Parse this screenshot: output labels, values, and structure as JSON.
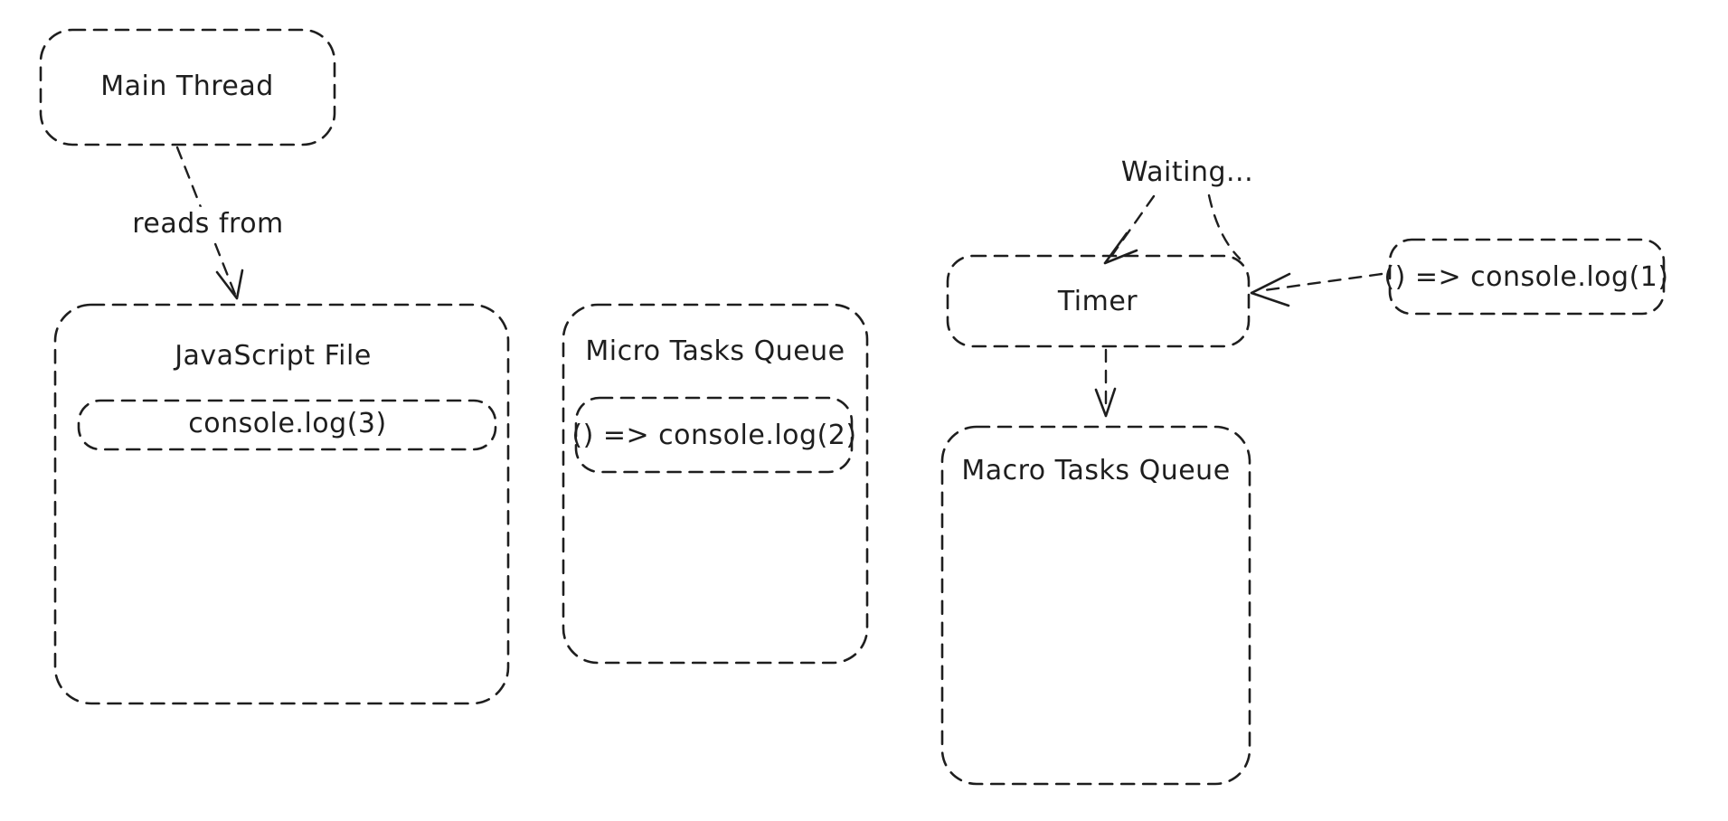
{
  "diagram": {
    "title_hint": "JavaScript event loop sketch",
    "colors": {
      "background": "#ffffff",
      "stroke": "#1e1e1e"
    },
    "nodes": {
      "main_thread": "Main Thread",
      "javascript_file": "JavaScript File",
      "console_log_3": "console.log(3)",
      "micro_tasks_queue": "Micro Tasks Queue",
      "console_log_2": "() => console.log(2)",
      "timer": "Timer",
      "macro_tasks_queue": "Macro Tasks Queue",
      "console_log_1": "() => console.log(1)"
    },
    "annotations": {
      "reads_from": "reads from",
      "waiting": "Waiting..."
    },
    "edges": [
      {
        "from": "main_thread",
        "to": "javascript_file",
        "label": "reads from",
        "style": "dashed",
        "arrowhead": true
      },
      {
        "from": "waiting",
        "to": "timer",
        "label": "",
        "style": "dashed",
        "arrowhead": true
      },
      {
        "from": "waiting",
        "to": "timer",
        "label": "",
        "style": "dashed",
        "arrowhead": false
      },
      {
        "from": "timer",
        "to": "macro_tasks_queue",
        "label": "",
        "style": "dashed",
        "arrowhead": true
      },
      {
        "from": "console_log_1",
        "to": "timer",
        "label": "",
        "style": "dashed",
        "arrowhead": true
      }
    ],
    "containment": [
      {
        "parent": "javascript_file",
        "child": "console_log_3"
      },
      {
        "parent": "micro_tasks_queue",
        "child": "console_log_2"
      }
    ]
  }
}
